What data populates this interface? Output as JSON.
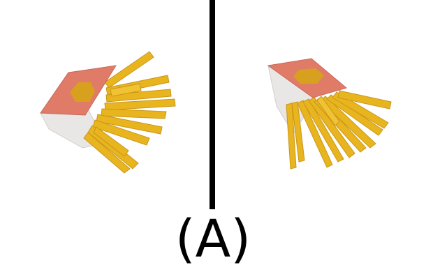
{
  "caption": "(A)",
  "colors": {
    "fry": "#e8b51f",
    "fry_shadow": "#c9961a",
    "box_top": "#e07b68",
    "box_emblem": "#d7a11f",
    "box_side": "#e9e6e6",
    "divider": "#000000"
  },
  "figures": [
    {
      "name": "fries-box-left-view",
      "icon": "french-fries-icon"
    },
    {
      "name": "fries-box-right-view",
      "icon": "french-fries-icon"
    }
  ]
}
